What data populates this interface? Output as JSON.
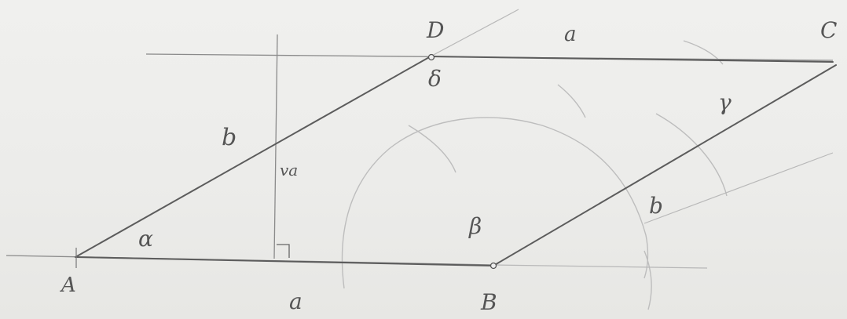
{
  "vertices": {
    "A": "A",
    "B": "B",
    "C": "C",
    "D": "D"
  },
  "sides": {
    "top": "a",
    "bottom": "a",
    "left": "b",
    "right": "b"
  },
  "angles": {
    "at_A": "α",
    "at_B": "β",
    "at_C": "γ",
    "at_D": "δ"
  },
  "height": "va",
  "colors": {
    "ink": "#5a5a5a",
    "faint": "#b4b4b4",
    "paper": "#ededeb"
  }
}
